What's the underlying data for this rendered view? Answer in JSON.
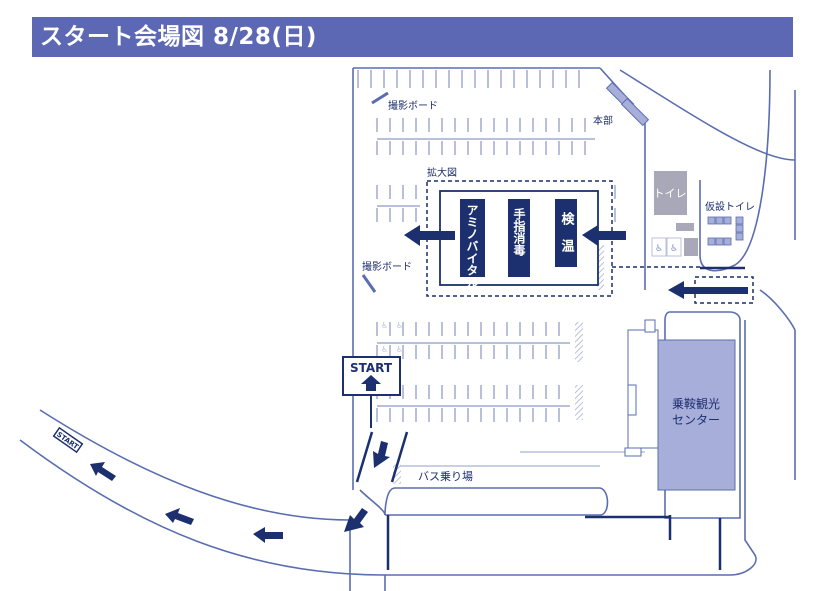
{
  "title": "スタート会場図 8/28(日)",
  "labels": {
    "photo_board_top": "撮影ボード",
    "photo_board_mid": "撮影ボード",
    "honbu": "本部",
    "kakudaizu": "拡大図",
    "toilet": "トイレ",
    "kasetsu_toilet": "仮設トイレ",
    "amino_vital": "アミノバイタル",
    "temae_shodoku": "手指消毒",
    "kenon": "検温",
    "start_sign": "START",
    "start_road": "START",
    "bus_stop": "バス乗り場",
    "center_line1": "乗鞍観光",
    "center_line2": "センター"
  },
  "colors": {
    "header": "#5c68b4",
    "navy": "#1c2f6e",
    "line": "#5a6db0",
    "lot_line": "#b9c0dc",
    "building": "#a7aed9",
    "toilet_box": "#a8a8b8"
  },
  "icons": [
    "arrow-left-icon",
    "arrow-up-icon",
    "arrow-down-icon",
    "wheelchair-icon",
    "restroom-icon"
  ]
}
